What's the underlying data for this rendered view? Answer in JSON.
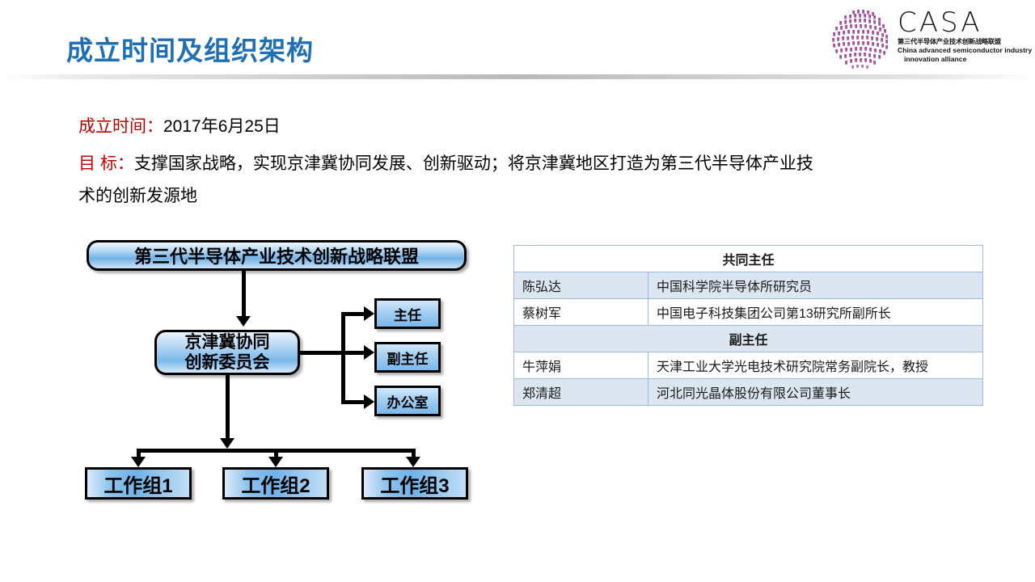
{
  "slide": {
    "title": "成立时间及组织架构"
  },
  "logo": {
    "mark_name": "casa-sphere-logo",
    "wordmark": "CASA",
    "cn_subtitle": "第三代半导体产业技术创新战略联盟",
    "en_subtitle_line1": "China advanced semiconductor industry",
    "en_subtitle_line2": "innovation alliance",
    "accent_magenta": "#C2256E",
    "accent_blue": "#6A7FC0"
  },
  "info": {
    "founded_label": "成立时间：",
    "founded_value": "2017年6月25日",
    "goal_label": "目      标：",
    "goal_value_line1": "支撑国家战略，实现京津冀协同发展、创新驱动；将京津冀地区打造为第三代半导体产业技",
    "goal_value_line2": "术的创新发源地",
    "label_color": "#C00000"
  },
  "org_chart": {
    "alliance": "第三代半导体产业技术创新战略联盟",
    "committee_line1": "京津冀协同",
    "committee_line2": "创新委员会",
    "director": "主任",
    "vice_director": "副主任",
    "office": "办公室",
    "workgroup_1": "工作组1",
    "workgroup_2": "工作组2",
    "workgroup_3": "工作组3"
  },
  "leader_table": {
    "section_co_director": "共同主任",
    "section_vice_director": "副主任",
    "co_directors": [
      {
        "name": "陈弘达",
        "title": "中国科学院半导体所研究员"
      },
      {
        "name": "蔡树军",
        "title": "中国电子科技集团公司第13研究所副所长"
      }
    ],
    "vice_directors": [
      {
        "name": "牛萍娟",
        "title": "天津工业大学光电技术研究院常务副院长，教授"
      },
      {
        "name": "郑清超",
        "title": "河北同光晶体股份有限公司董事长"
      }
    ]
  }
}
